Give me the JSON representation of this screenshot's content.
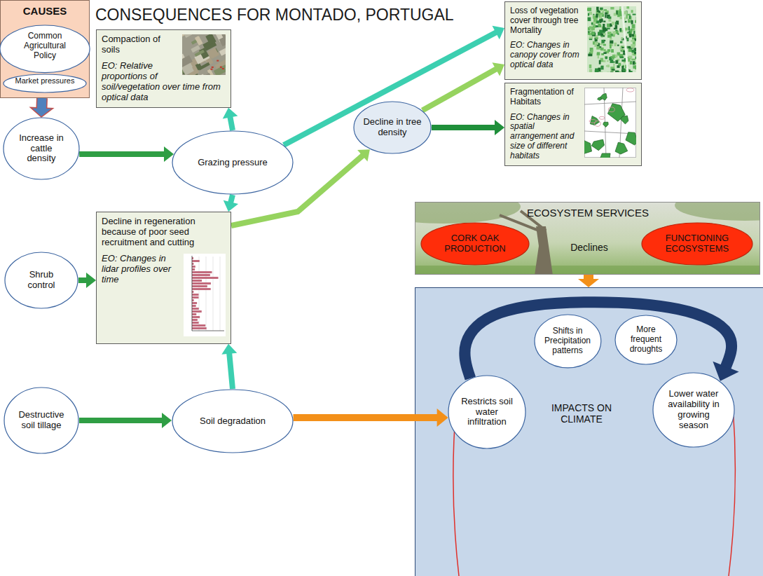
{
  "diagram": {
    "title": "CONSEQUENCES FOR MONTADO, PORTUGAL",
    "nodes": [
      {
        "text": [
          "CAUSES"
        ]
      },
      {
        "text": [
          "Common Agricultural Policy"
        ],
        "in": 0
      },
      {
        "text": [
          "Market pressures"
        ],
        "in": 0
      },
      {
        "text": [
          "Compaction of soils",
          "EO: Relative proportions of soil/vegetation over time from optical data"
        ]
      },
      {
        "text": [
          "Loss of vegetation cover through tree Mortality",
          "EO: Changes in canopy cover from optical data"
        ]
      },
      {
        "text": [
          "Fragmentation of Habitats",
          "EO: Changes in spatial arrangement and size of different habitats"
        ]
      },
      {
        "text": [
          "Increase in cattle density"
        ]
      },
      {
        "text": [
          "Grazing pressure"
        ]
      },
      {
        "text": [
          "Decline in tree density"
        ]
      },
      {
        "text": [
          "ECOSYSTEM SERVICES",
          "Declines"
        ]
      },
      {
        "text": [
          "CORK OAK PRODUCTION"
        ],
        "in": 9
      },
      {
        "text": [
          "FUNCTIONING ECOSYSTEMS"
        ],
        "in": 9
      },
      {
        "text": [
          "Shrub control"
        ]
      },
      {
        "text": [
          "Decline in regeneration because of poor seed recruitment and cutting",
          "EO: Changes in lidar profiles over time"
        ]
      },
      {
        "text": [
          "Destructive soil tillage"
        ]
      },
      {
        "text": [
          "Soil degradation"
        ]
      },
      {
        "text": [
          "IMPACTS ON CLIMATE"
        ]
      },
      {
        "text": [
          "Shifts in Precipitation patterns"
        ],
        "in": 16
      },
      {
        "text": [
          "More frequent droughts"
        ],
        "in": 16
      },
      {
        "text": [
          "Restricts soil water infiltration"
        ],
        "in": 16
      },
      {
        "text": [
          "Lower water availability in growing season"
        ],
        "in": 16
      }
    ],
    "edges": [
      {
        "from": 0,
        "to": 6,
        "arrow": "to"
      },
      {
        "from": 6,
        "to": 7,
        "arrow": "to"
      },
      {
        "from": 7,
        "to": 3,
        "arrow": "to"
      },
      {
        "from": 7,
        "to": 4,
        "arrow": "to"
      },
      {
        "from": 7,
        "to": 13,
        "arrow": "to"
      },
      {
        "from": 12,
        "to": 13,
        "arrow": "to"
      },
      {
        "from": 13,
        "to": 8,
        "arrow": "to"
      },
      {
        "from": 8,
        "to": 4,
        "arrow": "to"
      },
      {
        "from": 8,
        "to": 5,
        "arrow": "to"
      },
      {
        "from": 14,
        "to": 15,
        "arrow": "to"
      },
      {
        "from": 15,
        "to": 13,
        "arrow": "to"
      },
      {
        "from": 15,
        "to": 19,
        "arrow": "to"
      },
      {
        "from": 9,
        "to": 16,
        "arrow": "to"
      },
      {
        "from": 19,
        "to": 20,
        "arrow": "to"
      }
    ]
  }
}
